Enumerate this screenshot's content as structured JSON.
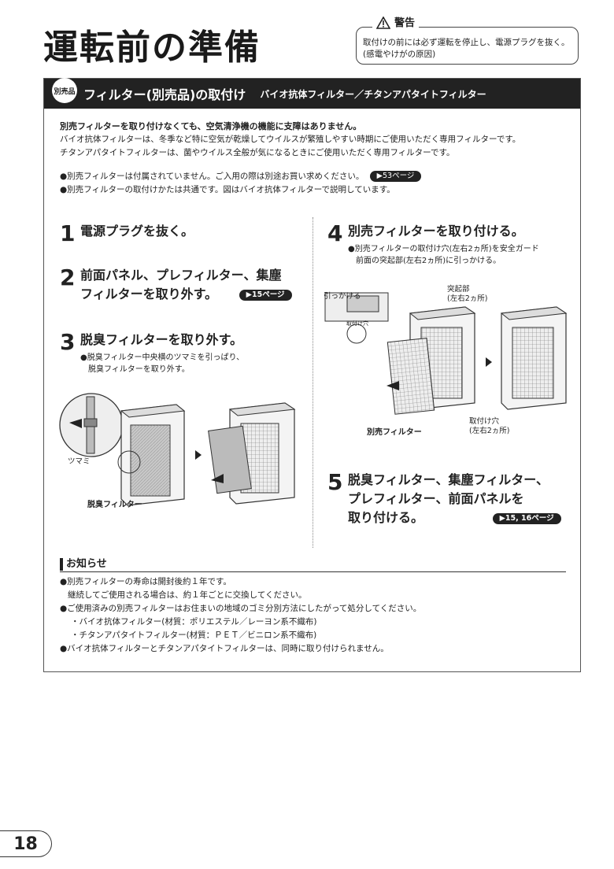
{
  "title": "運転前の準備",
  "warning": {
    "label": "警告",
    "text1": "取付けの前には必ず運転を停止し、電源プラグを抜く。",
    "text2": "(感電やけがの原因)"
  },
  "banner": {
    "badge": "別売品",
    "title": "フィルター(別売品)の取付け",
    "subtitle": "バイオ抗体フィルター／チタンアパタイトフィルター"
  },
  "intro": {
    "lead": "別売フィルターを取り付けなくても、空気清浄機の機能に支障はありません。",
    "line1": "バイオ抗体フィルターは、冬季など特に空気が乾燥してウイルスが繁殖しやすい時期にご使用いただく専用フィルターです。",
    "line2": "チタンアパタイトフィルターは、菌やウイルス全般が気になるときにご使用いただく専用フィルターです。"
  },
  "notes": {
    "n1": "●別売フィルターは付属されていません。ご入用の際は別途お買い求めください。",
    "n1_ref": "▶53ページ",
    "n2": "●別売フィルターの取付けかたは共通です。図はバイオ抗体フィルターで説明しています。"
  },
  "steps": {
    "s1": {
      "num": "1",
      "text": "電源プラグを抜く。"
    },
    "s2": {
      "num": "2",
      "line1": "前面パネル、プレフィルター、集塵",
      "line2": "フィルターを取り外す。",
      "ref": "▶15ページ"
    },
    "s3": {
      "num": "3",
      "text": "脱臭フィルターを取り外す。",
      "sub1": "●脱臭フィルター中央横のツマミを引っぱり、",
      "sub2": "脱臭フィルターを取り外す。"
    },
    "s4": {
      "num": "4",
      "text": "別売フィルターを取り付ける。",
      "sub1": "●別売フィルターの取付け穴(左右2ヵ所)を安全ガード",
      "sub2": "前面の突起部(左右2ヵ所)に引っかける。"
    },
    "s5": {
      "num": "5",
      "line1": "脱臭フィルター、集塵フィルター、",
      "line2": "プレフィルター、前面パネルを",
      "line3": "取り付ける。",
      "ref": "▶15, 16ページ"
    }
  },
  "labels": {
    "knob": "ツマミ",
    "deodor": "脱臭フィルター",
    "hook": "引っかける",
    "hole_small": "取付け穴",
    "protrusion1": "突起部",
    "protrusion2": "(左右2ヵ所)",
    "hole1": "取付け穴",
    "hole2": "(左右2ヵ所)",
    "optional": "別売フィルター"
  },
  "info": {
    "heading": "お知らせ",
    "i1": "●別売フィルターの寿命は開封後約１年です。",
    "i1b": "継続してご使用される場合は、約１年ごとに交換してください。",
    "i2": "●ご使用済みの別売フィルターはお住まいの地域のゴミ分別方法にしたがって処分してください。",
    "i2a": "・バイオ抗体フィルター(材質：ポリエステル／レーヨン系不織布)",
    "i2b": "・チタンアパタイトフィルター(材質：ＰＥＴ／ビニロン系不織布)",
    "i3": "●バイオ抗体フィルターとチタンアパタイトフィルターは、同時に取り付けられません。"
  },
  "page_number": "18"
}
